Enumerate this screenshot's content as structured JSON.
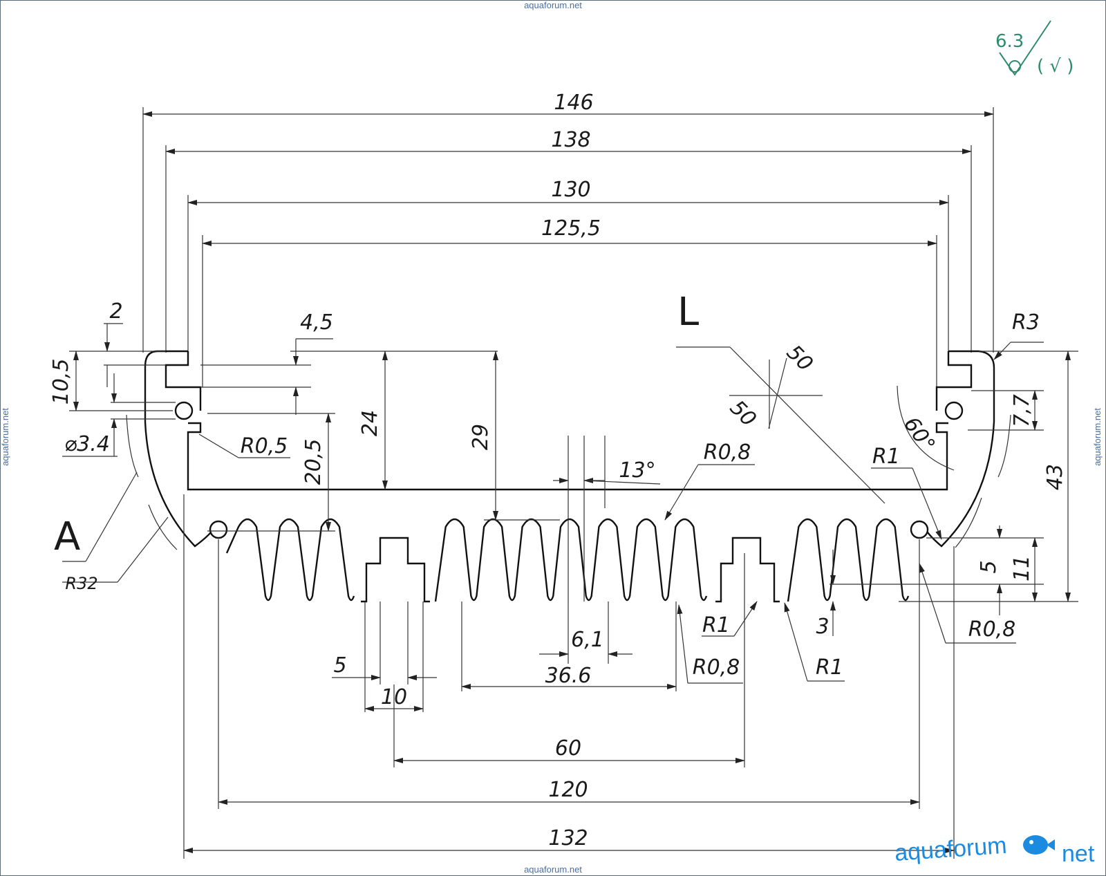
{
  "watermarks": {
    "top": "aquaforum.net",
    "bottom": "aquaforum.net",
    "left": "aquaforum.net",
    "right": "aquaforum.net"
  },
  "brand": {
    "text_left": "aquaforum",
    "text_right": "net",
    "color": "#1a8be0"
  },
  "roughness": {
    "value": "6.3",
    "note": "( √ )",
    "color": "#2e8b6a"
  },
  "view_label": "A",
  "section_label": "L",
  "dimensions": {
    "overall_146": "146",
    "width_138": "138",
    "width_130": "130",
    "width_125_5": "125,5",
    "top_gap_2": "2",
    "height_10_5": "10,5",
    "slot_4_5": "4,5",
    "hole_dia": "⌀3.4",
    "radius_r0_5": "R0,5",
    "height_20_5": "20,5",
    "height_24": "24",
    "height_29": "29",
    "angle_13": "13°",
    "radius_r0_8_top": "R0,8",
    "radius_r3": "R3",
    "height_7_7": "7,7",
    "angle_60": "60°",
    "radius_r1_right": "R1",
    "height_43": "43",
    "height_5_right": "5",
    "height_11": "11",
    "radius_r0_8_right": "R0,8",
    "radius_r32": "R32",
    "radius_r1_bottom": "R1",
    "gap_3": "3",
    "radius_r1_lower": "R1",
    "radius_r0_8_bottom": "R0,8",
    "fin_6_1": "6,1",
    "pitch_36_6": "36.6",
    "slot_5": "5",
    "slot_10": "10",
    "spacing_60": "60",
    "width_120": "120",
    "width_132": "132",
    "cut_50_a": "50",
    "cut_50_b": "50"
  }
}
